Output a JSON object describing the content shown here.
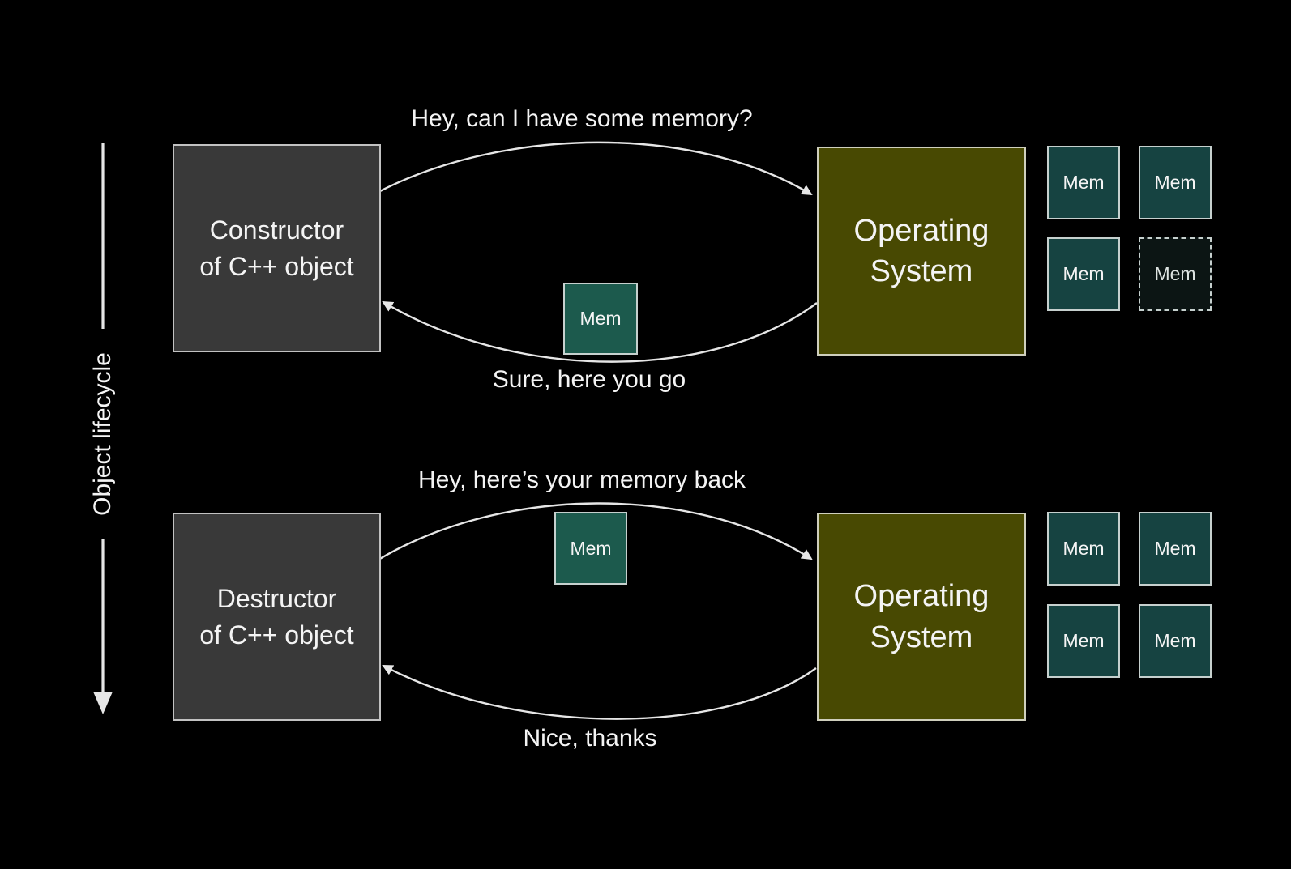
{
  "colors": {
    "background": "#000000",
    "text_color": "#f4f4f4",
    "arrow_color": "#e6e6e6",
    "object_box_fill": "#393939",
    "object_box_border": "#c2c2c2",
    "os_box_fill": "#484902",
    "os_box_border": "#cfcfbd",
    "mem_fill": "#164341",
    "mem_fill_bright": "#1c5a4d",
    "mem_border": "#c6d0ce",
    "mem_freed_fill": "#0c1514"
  },
  "axis": {
    "label": "Object lifecycle"
  },
  "sections": [
    {
      "name": "allocation",
      "actor_box": {
        "line1": "Constructor",
        "line2": "of C++ object"
      },
      "os_box": {
        "line1": "Operating",
        "line2": "System"
      },
      "request_label": "Hey, can I have some memory?",
      "response_label": "Sure, here you go",
      "transfer_mem": {
        "label": "Mem"
      },
      "mem_grid": [
        {
          "label": "Mem",
          "state": "allocated"
        },
        {
          "label": "Mem",
          "state": "allocated"
        },
        {
          "label": "Mem",
          "state": "allocated"
        },
        {
          "label": "Mem",
          "state": "freed"
        }
      ]
    },
    {
      "name": "deallocation",
      "actor_box": {
        "line1": "Destructor",
        "line2": "of C++ object"
      },
      "os_box": {
        "line1": "Operating",
        "line2": "System"
      },
      "request_label": "Hey, here’s your memory back",
      "response_label": "Nice, thanks",
      "transfer_mem": {
        "label": "Mem"
      },
      "mem_grid": [
        {
          "label": "Mem",
          "state": "allocated"
        },
        {
          "label": "Mem",
          "state": "allocated"
        },
        {
          "label": "Mem",
          "state": "allocated"
        },
        {
          "label": "Mem",
          "state": "allocated"
        }
      ]
    }
  ]
}
